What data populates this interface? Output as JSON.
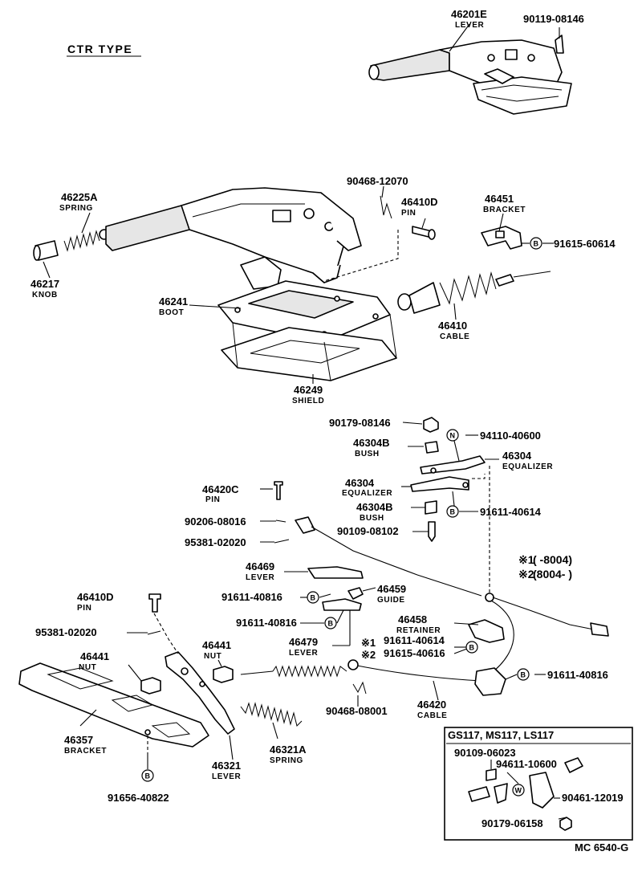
{
  "title": "CTR  TYPE",
  "figure_code": "MC  6540-G",
  "notes": {
    "n1_mark": "※1",
    "n1_text": "(         -8004)",
    "n2_mark": "※2",
    "n2_text": "(8004-           )"
  },
  "inset": {
    "title": "GS117, MS117, LS117",
    "parts": [
      {
        "number": "90109-06023"
      },
      {
        "number": "94611-10600"
      },
      {
        "number": "90461-12019"
      },
      {
        "number": "90179-06158"
      }
    ]
  },
  "symbols": {
    "b": "B",
    "n": "N",
    "w": "W"
  },
  "callouts": [
    {
      "number": "46201E",
      "label": "LEVER"
    },
    {
      "number": "90119-08146",
      "label": ""
    },
    {
      "number": "90468-12070",
      "label": ""
    },
    {
      "number": "46225A",
      "label": "SPRING"
    },
    {
      "number": "46410D",
      "label": "PIN"
    },
    {
      "number": "46451",
      "label": "BRACKET"
    },
    {
      "number": "91615-60614",
      "label": ""
    },
    {
      "number": "46217",
      "label": "KNOB"
    },
    {
      "number": "46241",
      "label": "BOOT"
    },
    {
      "number": "46410",
      "label": "CABLE"
    },
    {
      "number": "46249",
      "label": "SHIELD"
    },
    {
      "number": "90179-08146",
      "label": ""
    },
    {
      "number": "94110-40600",
      "label": ""
    },
    {
      "number": "46304B",
      "label": "BUSH"
    },
    {
      "number": "46304",
      "label": "EQUALIZER"
    },
    {
      "number": "46304",
      "label": "EQUALIZER"
    },
    {
      "number": "46420C",
      "label": "PIN"
    },
    {
      "number": "46304B",
      "label": "BUSH"
    },
    {
      "number": "91611-40614",
      "label": ""
    },
    {
      "number": "90206-08016",
      "label": ""
    },
    {
      "number": "90109-08102",
      "label": ""
    },
    {
      "number": "95381-02020",
      "label": ""
    },
    {
      "number": "46469",
      "label": "LEVER"
    },
    {
      "number": "91611-40816",
      "label": ""
    },
    {
      "number": "46459",
      "label": "GUIDE"
    },
    {
      "number": "46410D",
      "label": "PIN"
    },
    {
      "number": "91611-40816",
      "label": ""
    },
    {
      "number": "46458",
      "label": "RETAINER"
    },
    {
      "number": "95381-02020",
      "label": ""
    },
    {
      "number": "46479",
      "label": "LEVER"
    },
    {
      "number": "91611-40614",
      "label": ""
    },
    {
      "number": "46441",
      "label": "NUT"
    },
    {
      "number": "46441",
      "label": "NUT"
    },
    {
      "number": "91615-40616",
      "label": ""
    },
    {
      "number": "91611-40816",
      "label": ""
    },
    {
      "number": "46357",
      "label": "BRACKET"
    },
    {
      "number": "90468-08001",
      "label": ""
    },
    {
      "number": "46420",
      "label": "CABLE"
    },
    {
      "number": "46321",
      "label": "LEVER"
    },
    {
      "number": "46321A",
      "label": "SPRING"
    },
    {
      "number": "91656-40822",
      "label": ""
    }
  ]
}
